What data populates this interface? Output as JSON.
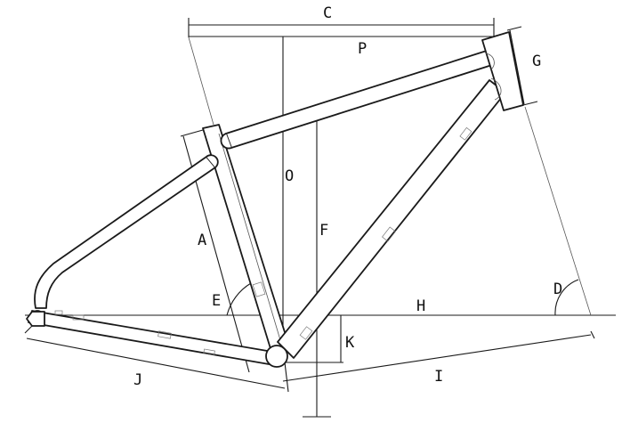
{
  "labels": {
    "stack": "C",
    "reach": "P",
    "head_tube_length": "G",
    "seat_tube_length": "A",
    "vertical_seat_tube": "O",
    "stack_height": "F",
    "seat_angle": "E",
    "head_angle": "D",
    "bb_line": "H",
    "bb_drop": "K",
    "chainstay": "J",
    "front_center": "I"
  }
}
